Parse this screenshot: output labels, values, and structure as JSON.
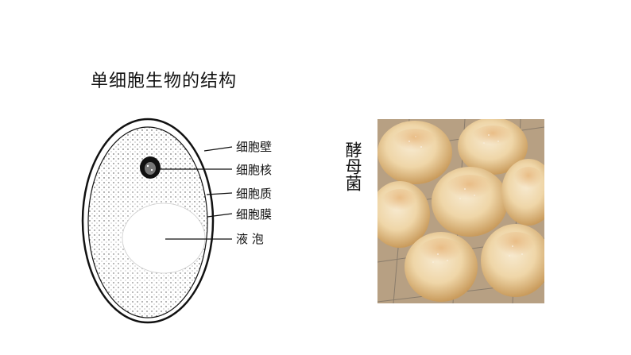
{
  "title": "单细胞生物的结构",
  "cell_diagram": {
    "labels": {
      "cell_wall": "细胞壁",
      "nucleus": "细胞核",
      "cytoplasm": "细胞质",
      "cell_membrane": "细胞膜",
      "vacuole": "液 泡"
    }
  },
  "yeast": {
    "label": "酵母菌",
    "photo_icon": "bread-rolls-photo"
  },
  "colors": {
    "ink": "#111111",
    "bread_crust": "#d9b17a",
    "bread_light": "#f1dfb8",
    "photo_background": "#c8b08a"
  }
}
